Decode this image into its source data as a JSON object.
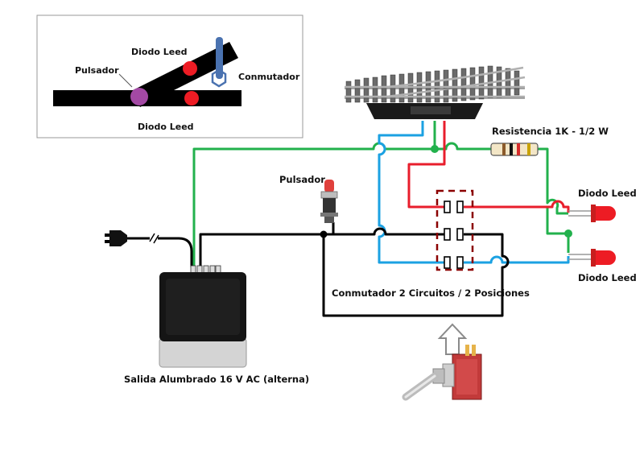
{
  "inset": {
    "pulsador": "Pulsador",
    "diodo_top": "Diodo Leed",
    "diodo_bottom": "Diodo Leed",
    "conmutador": "Conmutador"
  },
  "labels": {
    "resistencia": "Resistencia 1K - 1/2 W",
    "pulsador": "Pulsador",
    "diodo_top": "Diodo Leed",
    "diodo_bottom": "Diodo Leed",
    "conmutador": "Conmutador 2 Circuitos / 2 Posiciones",
    "salida": "Salida Alumbrado 16 V AC (alterna)"
  },
  "colors": {
    "wire_green": "#22b14c",
    "wire_blue": "#1ba1e2",
    "wire_red": "#e81e2c",
    "wire_black": "#000000",
    "led_red": "#ed1c24",
    "pulsador_purple": "#a349a4",
    "conmutador_blue": "#4a72b0",
    "switch_outline": "#8b0000"
  }
}
